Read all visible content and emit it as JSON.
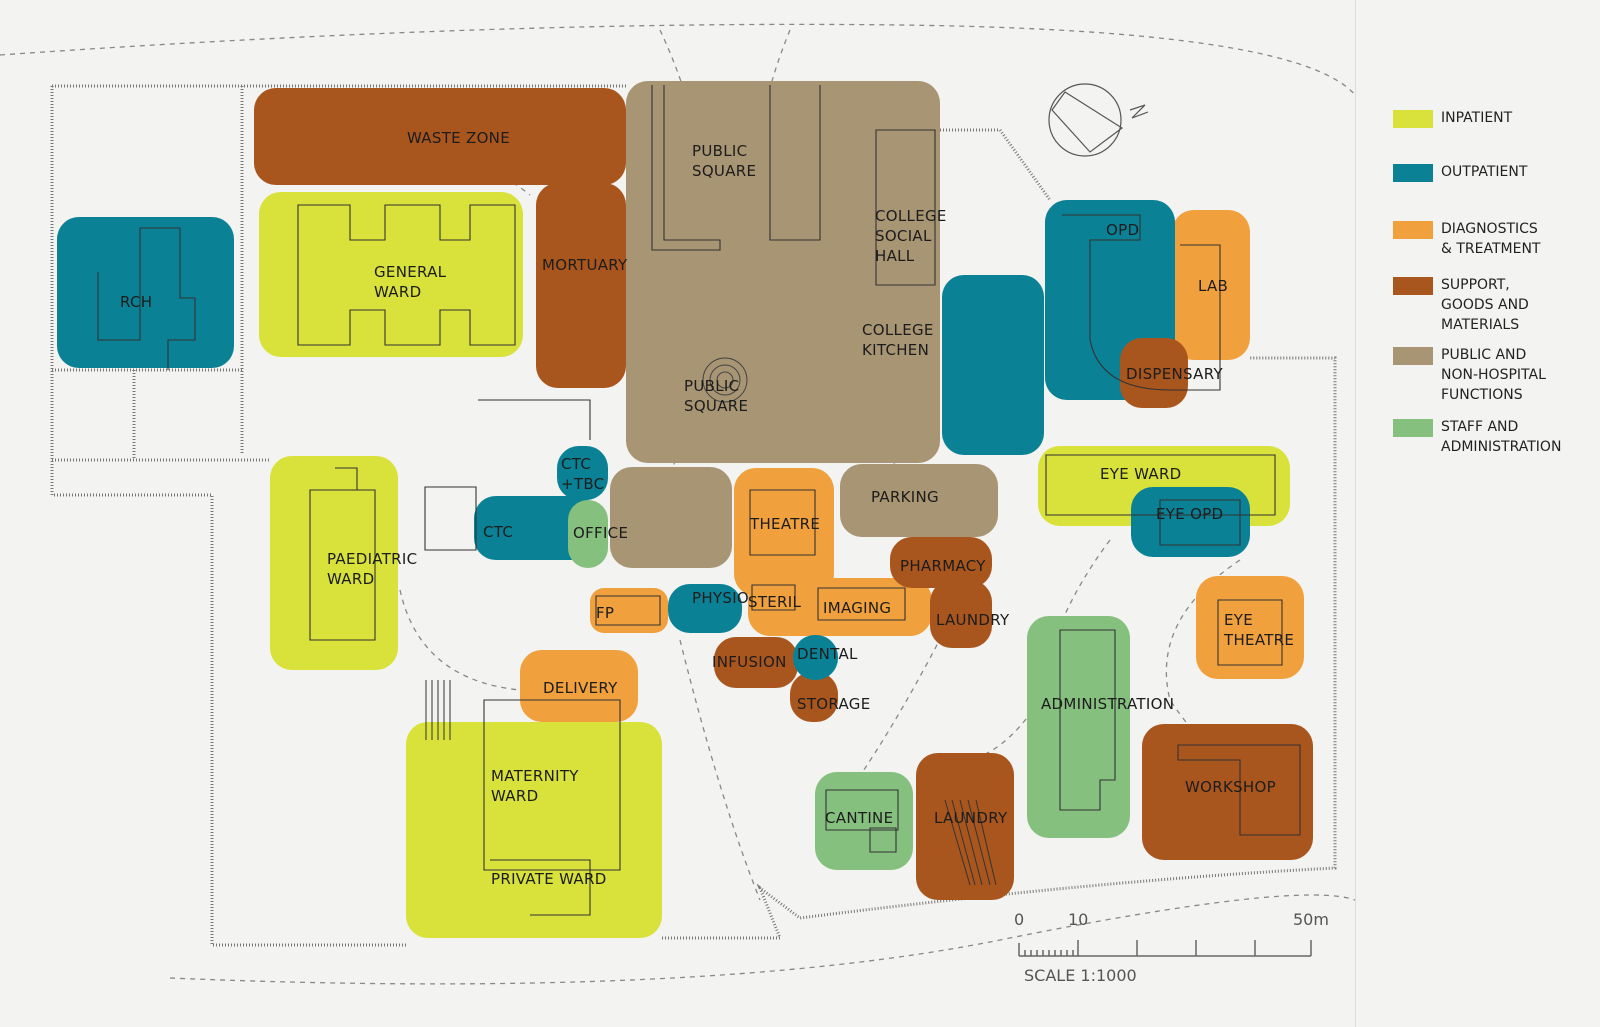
{
  "colors": {
    "inpatient": "#d8e23a",
    "outpatient": "#0b8196",
    "diagnostics": "#f0a03c",
    "support": "#a9561e",
    "public": "#a89573",
    "staff": "#86c07f"
  },
  "zones": {
    "waste_zone": "WASTE ZONE",
    "mortuary": "MORTUARY",
    "public_square_top": "PUBLIC\nSQUARE",
    "public_square_bottom": "PUBLIC\nSQUARE",
    "college_social_hall": "COLLEGE\nSOCIAL\nHALL",
    "college_kitchen": "COLLEGE\nKITCHEN",
    "general_ward": "GENERAL\nWARD",
    "rch": "RCH",
    "opd": "OPD",
    "lab": "LAB",
    "dispensary": "DISPENSARY",
    "eye_ward": "EYE WARD",
    "eye_opd": "EYE OPD",
    "eye_theatre": "EYE\nTHEATRE",
    "ctc_tbc": "CTC\n+TBC",
    "ctc": "CTC",
    "office": "OFFICE",
    "theatre": "THEATRE",
    "parking": "PARKING",
    "pharmacy": "PHARMACY",
    "paediatric_ward": "PAEDIATRIC\nWARD",
    "fp": "FP",
    "physio": "PHYSIO",
    "steril": "STERIL",
    "imaging": "IMAGING",
    "laundry_small": "LAUNDRY",
    "infusion": "INFUSION",
    "dental": "DENTAL",
    "storage": "STORAGE",
    "delivery": "DELIVERY",
    "administration": "ADMINISTRATION",
    "maternity_ward": "MATERNITY\nWARD",
    "private_ward": "PRIVATE WARD",
    "cantine": "CANTINE",
    "laundry_large": "LAUNDRY",
    "workshop": "WORKSHOP"
  },
  "legend": [
    {
      "label": "INPATIENT",
      "color": "#d8e23a"
    },
    {
      "label": "OUTPATIENT",
      "color": "#0b8196"
    },
    {
      "label": "DIAGNOSTICS\n& TREATMENT",
      "color": "#f0a03c"
    },
    {
      "label": "SUPPORT,\nGOODS AND\nMATERIALS",
      "color": "#a9561e"
    },
    {
      "label": "PUBLIC AND\nNON-HOSPITAL\nFUNCTIONS",
      "color": "#a89573"
    },
    {
      "label": "STAFF AND\nADMINISTRATION",
      "color": "#86c07f"
    }
  ],
  "scale": {
    "tick_0": "0",
    "tick_10": "10",
    "tick_50": "50m",
    "label": "SCALE 1:1000"
  }
}
